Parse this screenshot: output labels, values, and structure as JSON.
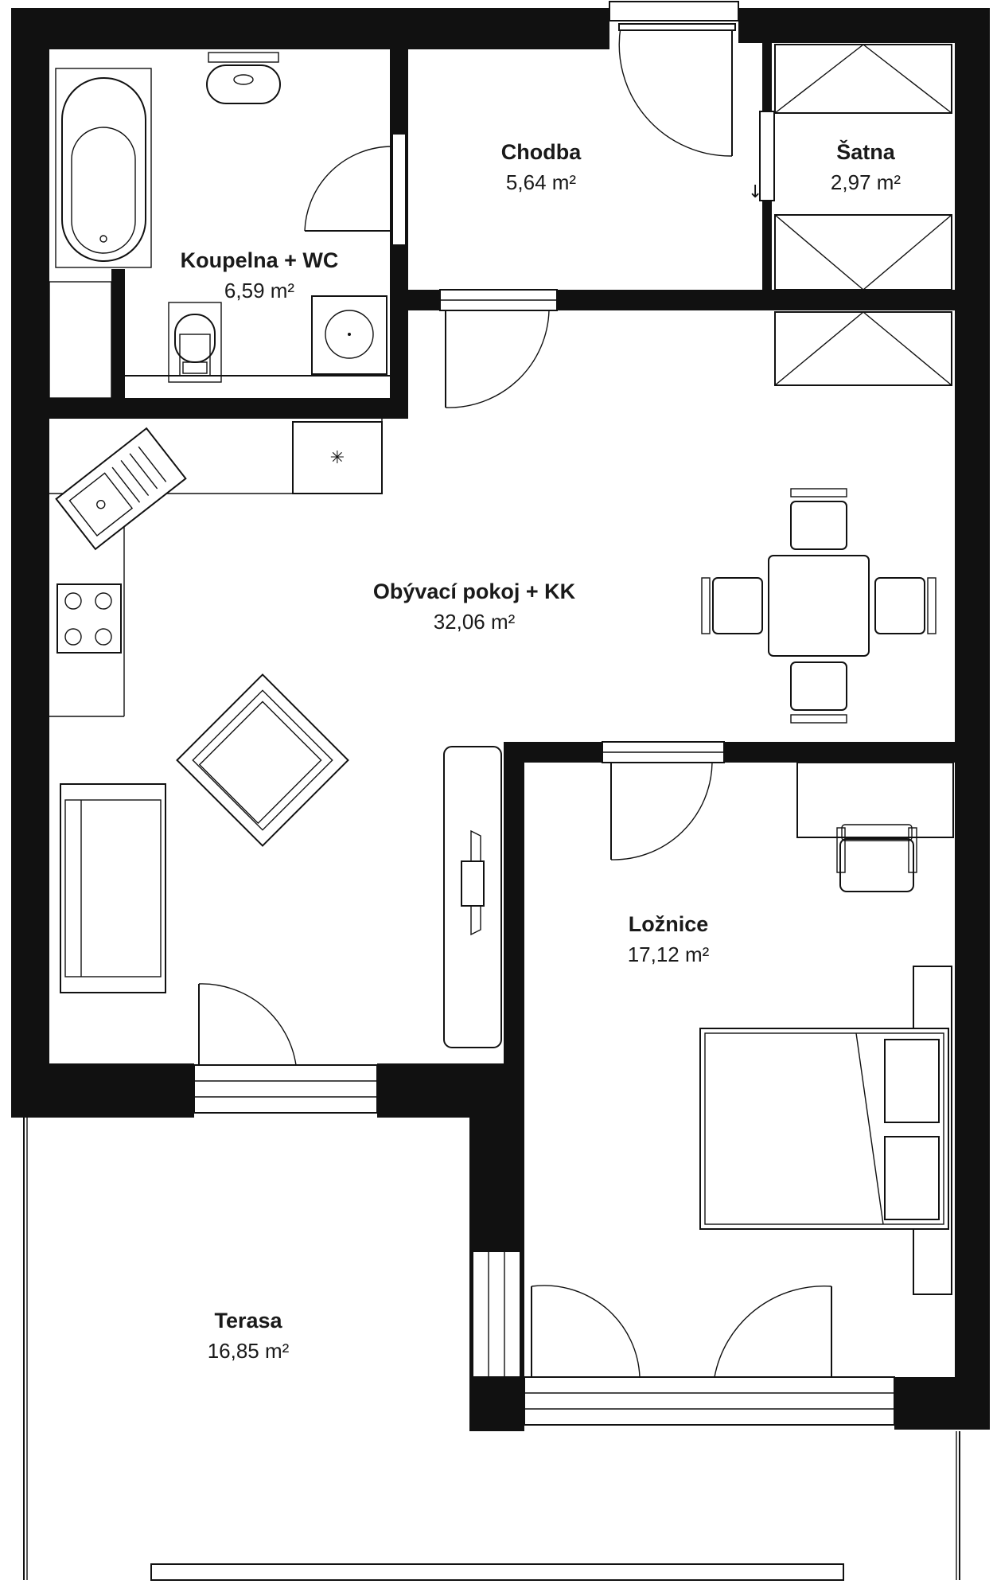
{
  "rooms": [
    {
      "id": "koupelna",
      "name": "Koupelna + WC",
      "area": "6,59 m²"
    },
    {
      "id": "chodba",
      "name": "Chodba",
      "area": "5,64 m²"
    },
    {
      "id": "satna",
      "name": "Šatna",
      "area": "2,97 m²"
    },
    {
      "id": "obyvaci",
      "name": "Obývací pokoj + KK",
      "area": "32,06 m²"
    },
    {
      "id": "loznice",
      "name": "Ložnice",
      "area": "17,12 m²"
    },
    {
      "id": "terasa",
      "name": "Terasa",
      "area": "16,85 m²"
    }
  ],
  "icons": {
    "entry_arrow": "↓",
    "extractor": "✳"
  },
  "colors": {
    "wall": "#111111",
    "background": "#ffffff"
  }
}
